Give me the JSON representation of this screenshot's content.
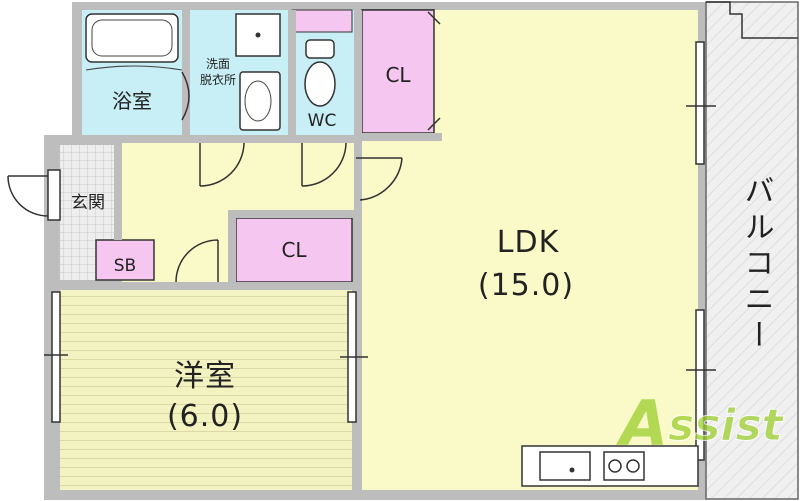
{
  "rooms": {
    "bath": "浴室",
    "washroom_line1": "洗面",
    "washroom_line2": "脱衣所",
    "toilet": "WC",
    "closet_top": "CL",
    "entrance": "玄関",
    "shoebox": "SB",
    "closet_mid": "CL",
    "ldk_name": "LDK",
    "ldk_size": "(15.0)",
    "western_name": "洋室",
    "western_size": "(6.0)",
    "balcony": "バルコニー"
  },
  "watermark": {
    "text": "Assist"
  },
  "colors": {
    "ldk_floor": "#fafac8",
    "wet_area": "#c8eef6",
    "closet": "#f5c6f0",
    "western_floor": "#f3f3c2",
    "balcony": "#f0f0f0",
    "walls": "#bdbdbd",
    "watermark": "#9ccf2e"
  }
}
